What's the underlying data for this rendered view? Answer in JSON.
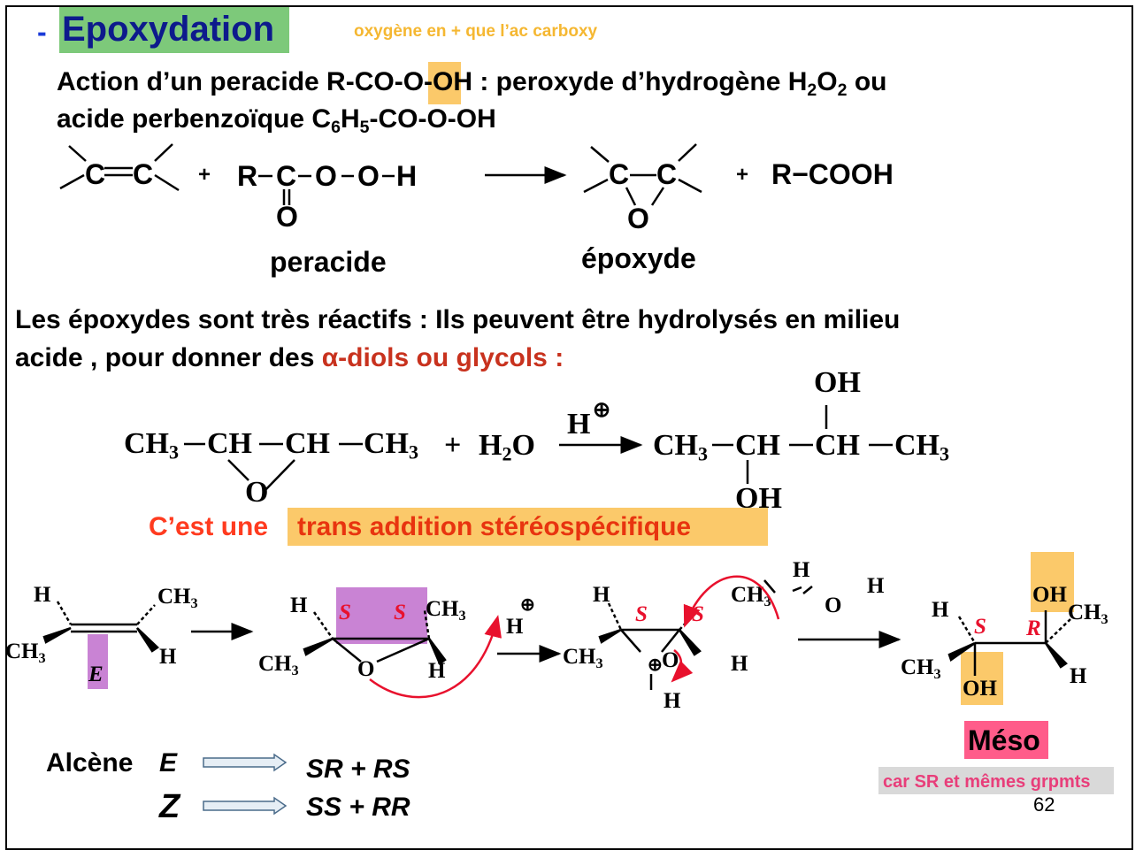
{
  "header": {
    "dash": "-",
    "title": "Epoxydation",
    "note": "oxygène en + que l’ac carboxy",
    "title_bg": "#7dc97a",
    "title_color": "#0d1a8c",
    "note_color": "#f5b731"
  },
  "intro": {
    "l1a": "Action d’un peracide R-C",
    "l1o": "O",
    "l1b": "-O-OH : peroxyde d’hydrogène H",
    "l1s1": "2",
    "l1c": "O",
    "l1s2": "2",
    "l1d": " ou",
    "l2a": "acide perbenzoïque C",
    "l2s1": "6",
    "l2b": "H",
    "l2s2": "5",
    "l2c": "-CO-O-OH"
  },
  "reaction1": {
    "c1": "C",
    "c2": "C",
    "plus1": "+",
    "r": "R",
    "pc": "C",
    "o1": "O",
    "o2": "O",
    "h": "H",
    "co": "O",
    "label_peracide": "peracide",
    "ec1": "C",
    "ec2": "C",
    "eo": "O",
    "label_epoxyde": "époxyde",
    "plus2": "+",
    "acid": "R−COOH"
  },
  "paragraph": {
    "l1": "Les époxydes sont très réactifs : Ils peuvent être hydrolysés en milieu",
    "l2a": "acide , pour donner des ",
    "l2b": "α-diols ou glycols :",
    "accent": "#c8321e"
  },
  "reaction2": {
    "ch3": "CH",
    "sub3": "3",
    "ch": "CH",
    "o": "O",
    "plus": "+",
    "h2o_h": "H",
    "h2o_2": "2",
    "h2o_o": "O",
    "cat_h": "H",
    "cat_plus": "⊕",
    "oh": "OH"
  },
  "stereo": {
    "prefix": "C’est une ",
    "highlight": "trans addition stéréospécifique"
  },
  "mechanism": {
    "h": "H",
    "ch3": "CH",
    "sub3": "3",
    "o": "O",
    "e": "E",
    "s": "S",
    "r": "R",
    "plus": "⊕",
    "oh": "OH"
  },
  "summary": {
    "alkene": "Alcène",
    "e": "E",
    "z": "Z",
    "e_result": "SR + RS",
    "z_result": "SS + RR"
  },
  "conclusion": {
    "meso": "Méso",
    "reason": "car SR et mêmes grpmts",
    "page": "62"
  }
}
